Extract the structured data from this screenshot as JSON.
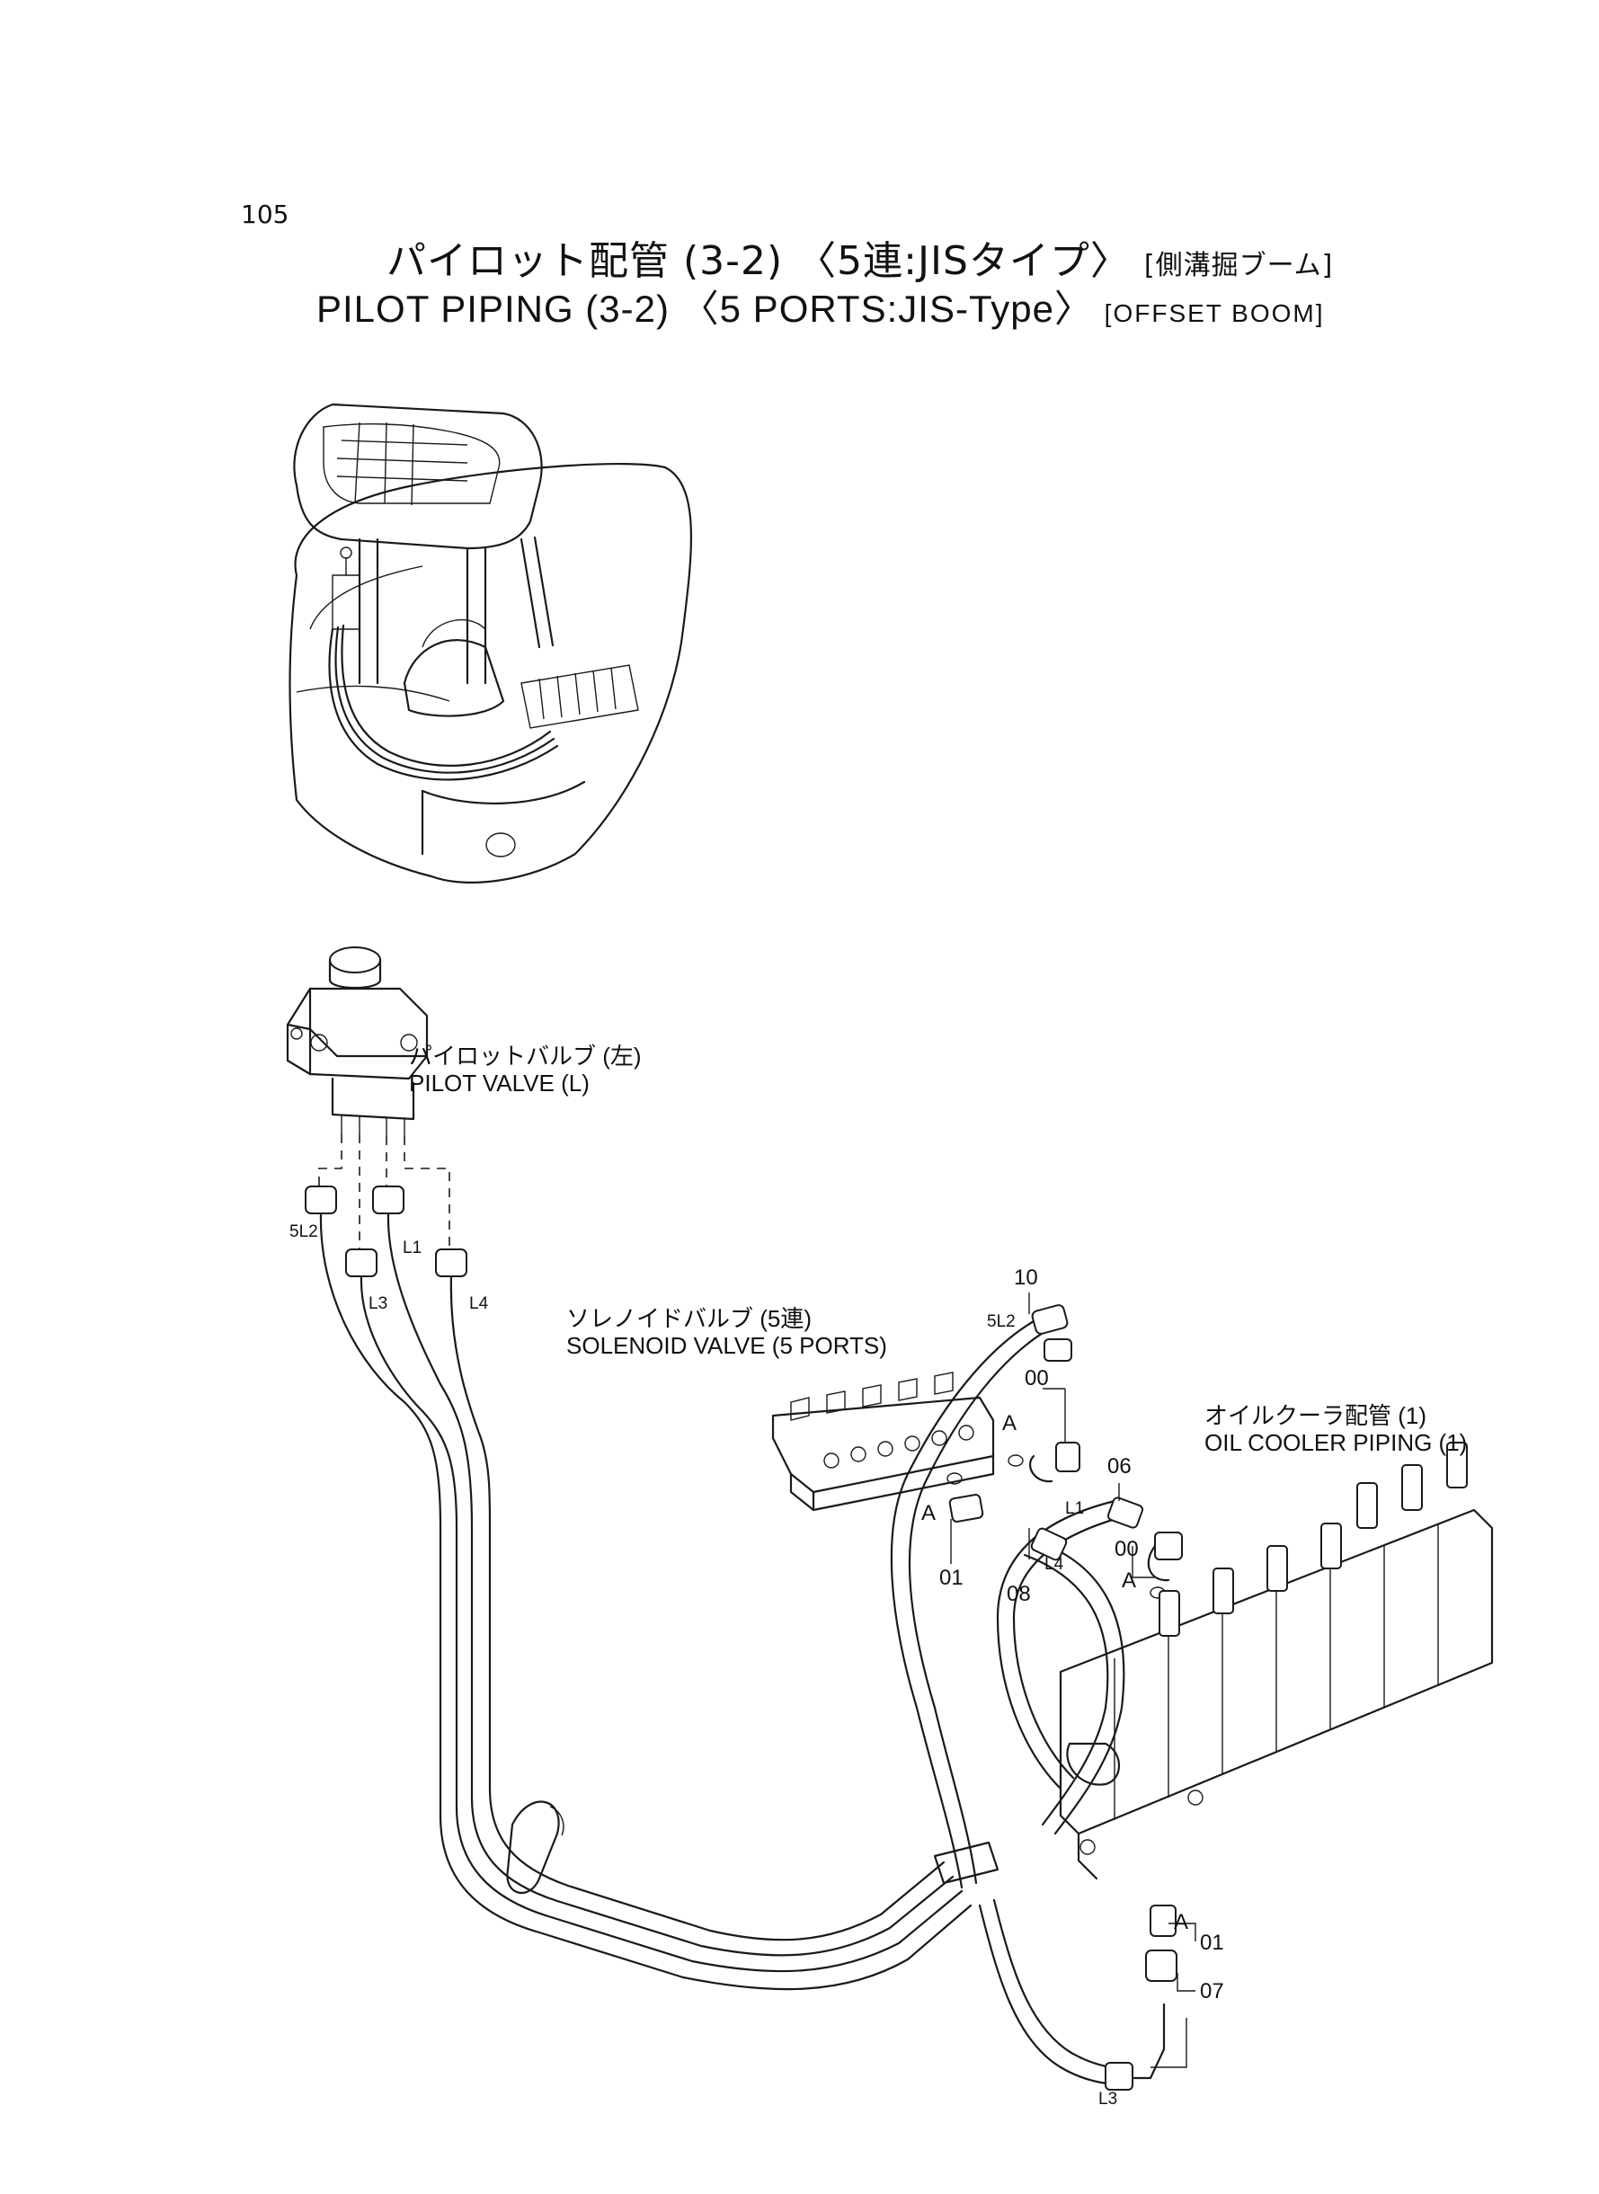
{
  "page": {
    "number": "105"
  },
  "title": {
    "jp_main": "パイロット配管 (3-2) 〈5連:JISタイプ〉",
    "jp_sub": "[側溝掘ブーム]",
    "en_main": "PILOT PIPING (3-2) 〈5 PORTS:JIS-Type〉",
    "en_sub": "[OFFSET BOOM]"
  },
  "callouts": {
    "pilot_valve_jp": "パイロットバルブ (左)",
    "pilot_valve_en": "PILOT VALVE (L)",
    "solenoid_jp": "ソレノイドバルブ (5連)",
    "solenoid_en": "SOLENOID VALVE (5 PORTS)",
    "oil_cooler_jp": "オイルクーラ配管 (1)",
    "oil_cooler_en": "OIL COOLER PIPING (1)"
  },
  "hose_tags": {
    "t5l2_left": "5L2",
    "l1_left": "L1",
    "l3_left": "L3",
    "l4_left": "L4",
    "t5l2_right": "5L2",
    "l1_right": "L1",
    "l4_right": "L4",
    "l3_bottom": "L3"
  },
  "part_numbers": {
    "p10": "10",
    "p00_top": "00",
    "p06": "06",
    "p01_mid": "01",
    "p08": "08",
    "p00_mid": "00",
    "p01_bottom": "01",
    "p07": "07"
  },
  "section_marks": {
    "a_mid_left": "A",
    "a_top": "A",
    "a_right": "A",
    "a_bottom": "A"
  }
}
